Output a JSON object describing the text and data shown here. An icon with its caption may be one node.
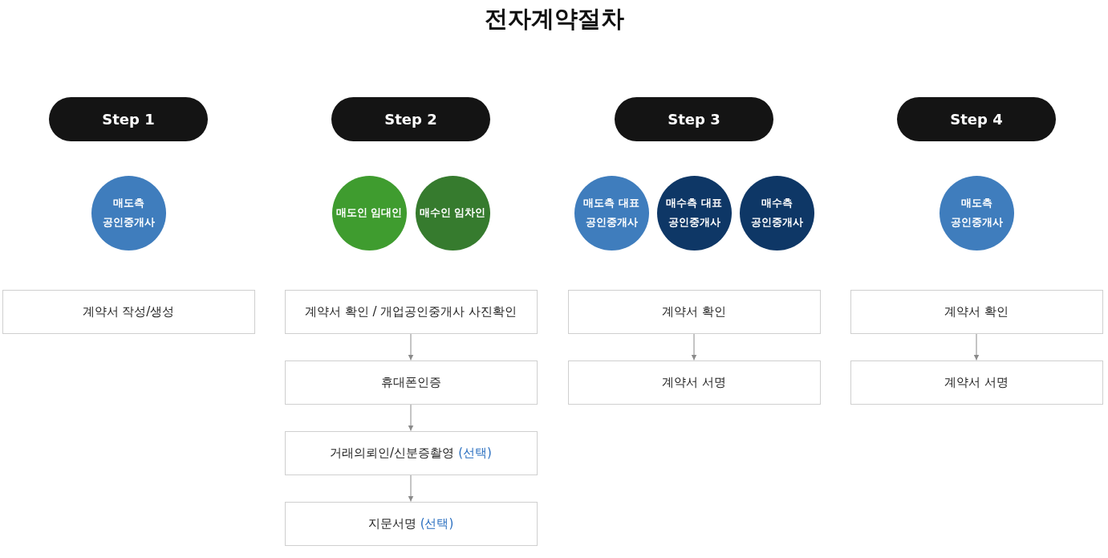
{
  "diagram": {
    "title": "전자계약절차",
    "nodes": [
      {
        "text": [
          "Step 1"
        ]
      },
      {
        "text": [
          "Step 2"
        ]
      },
      {
        "text": [
          "Step 3"
        ]
      },
      {
        "text": [
          "Step 4"
        ]
      },
      {
        "text": [
          "매도측 공인중개사"
        ]
      },
      {
        "text": [
          "매도인 임대인"
        ]
      },
      {
        "text": [
          "매수인 임차인"
        ]
      },
      {
        "text": [
          "매도측 대표 공인중개사"
        ]
      },
      {
        "text": [
          "매수측 대표 공인중개사"
        ]
      },
      {
        "text": [
          "매수측 공인중개사"
        ]
      },
      {
        "text": [
          "매도측 공인중개사"
        ]
      },
      {
        "text": [
          "계약서 작성/생성"
        ]
      },
      {
        "text": [
          "계약서 확인 / 개업공인중개사 사진확인"
        ]
      },
      {
        "text": [
          "휴대폰인증"
        ]
      },
      {
        "text": [
          "거래의뢰인/신분증촬영",
          "(선택)"
        ]
      },
      {
        "text": [
          "지문서명",
          "(선택)"
        ]
      },
      {
        "text": [
          "계약서 확인"
        ]
      },
      {
        "text": [
          "계약서 서명"
        ]
      },
      {
        "text": [
          "계약서 확인"
        ]
      },
      {
        "text": [
          "계약서 서명"
        ]
      }
    ],
    "edges": [
      {
        "from": 12,
        "to": 13,
        "arrow": "to"
      },
      {
        "from": 13,
        "to": 14,
        "arrow": "to"
      },
      {
        "from": 14,
        "to": 15,
        "arrow": "to"
      },
      {
        "from": 16,
        "to": 17,
        "arrow": "to"
      },
      {
        "from": 18,
        "to": 19,
        "arrow": "to"
      }
    ]
  }
}
